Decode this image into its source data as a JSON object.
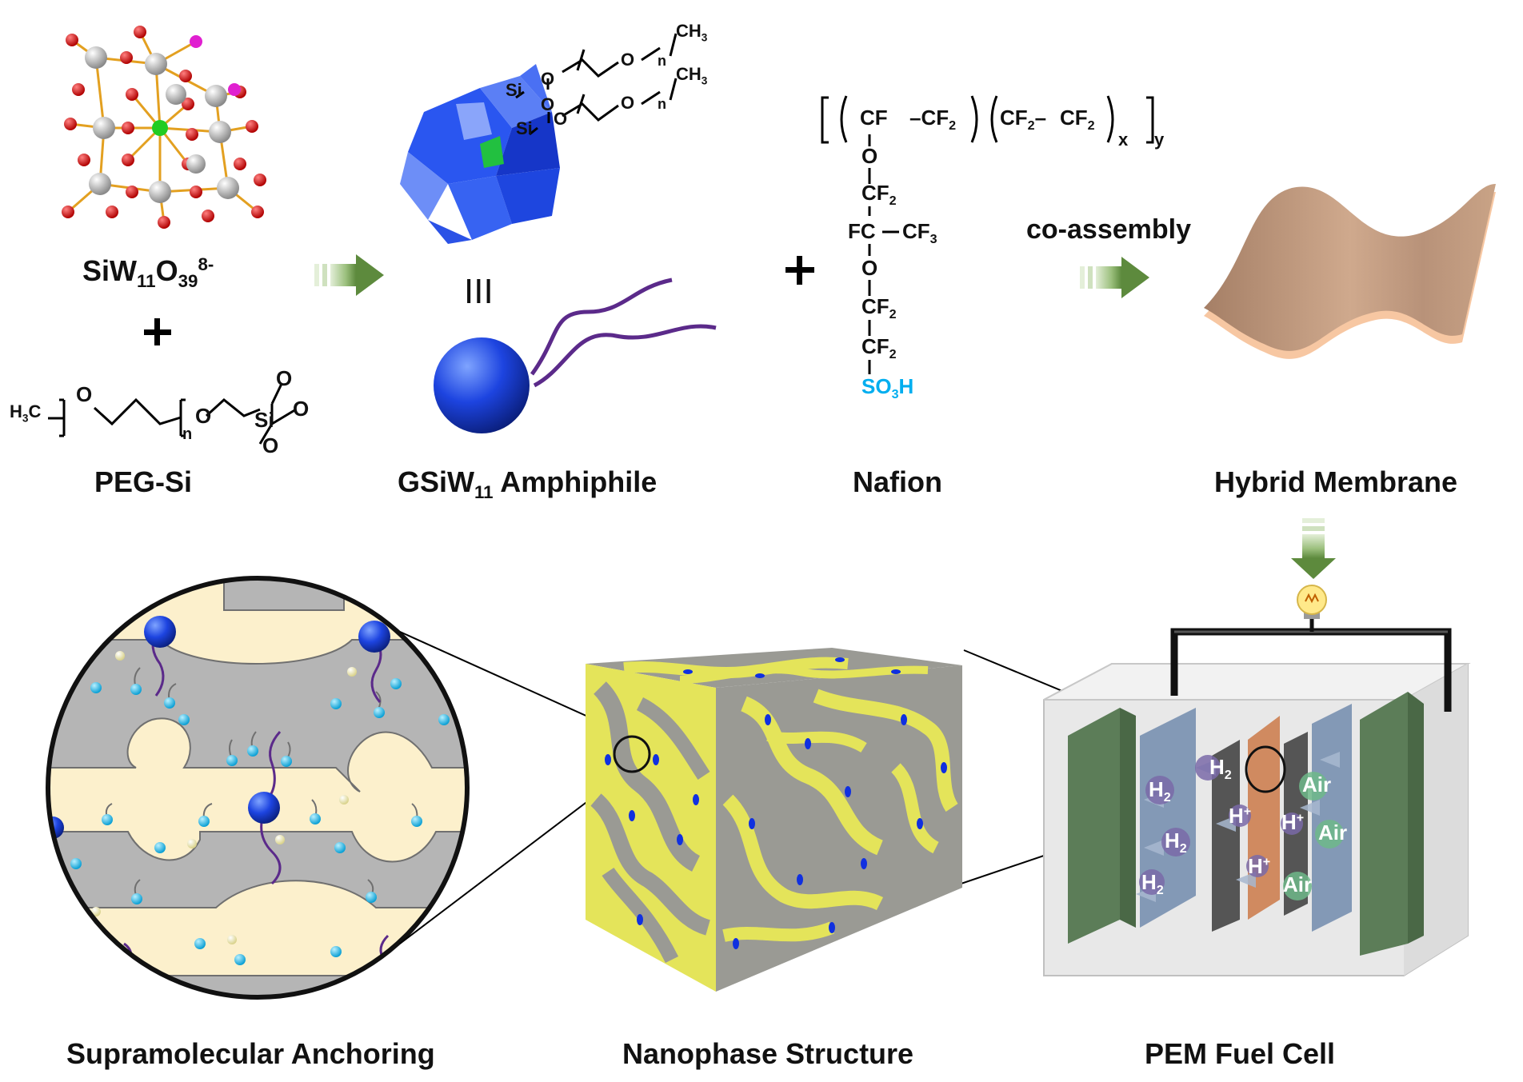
{
  "labels": {
    "siw11": {
      "base": "SiW",
      "sub1": "11",
      "mid": "O",
      "sub2": "39",
      "sup": "8-"
    },
    "plus": "+",
    "peg_si": "PEG-Si",
    "gsiw11": {
      "base": "GSiW",
      "sub": "11",
      "rest": " Amphiphile"
    },
    "equiv": "III",
    "nafion": "Nafion",
    "coassembly": "co-assembly",
    "hybrid_membrane": "Hybrid Membrane",
    "supramolecular": "Supramolecular Anchoring",
    "nanophase": "Nanophase Structure",
    "pem": "PEM Fuel Cell"
  },
  "peg_formula": {
    "h3c": "H",
    "h3c_sub": "3",
    "h3c_c": "C",
    "o1": "O",
    "n": "n",
    "o2": "O",
    "si": "Si",
    "om1": "O",
    "om2": "O",
    "om3": "O"
  },
  "gsiw_formula": {
    "si1": "Si",
    "si2": "Si",
    "o1": "O",
    "o2": "O",
    "o3": "O",
    "o4": "O",
    "o5": "O",
    "n1": "n",
    "n2": "n",
    "ch3a": "CH",
    "ch3a_sub": "3",
    "ch3b": "CH",
    "ch3b_sub": "3"
  },
  "nafion_formula": {
    "cf": "CF",
    "cf2a": "CF",
    "cf2a_sub": "2",
    "cf2b": "CF",
    "cf2b_sub": "2",
    "cf2c": "CF",
    "cf2c_sub": "2",
    "x": "x",
    "y": "y",
    "o1": "O",
    "cf2d": "CF",
    "cf2d_sub": "2",
    "fc": "FC",
    "cf3": "CF",
    "cf3_sub": "3",
    "o2": "O",
    "cf2e": "CF",
    "cf2e_sub": "2",
    "cf2f": "CF",
    "cf2f_sub": "2",
    "so3h": "SO",
    "so3h_sub": "3",
    "so3h_h": "H"
  },
  "fuel_cell": {
    "h2_label": "H",
    "h2_sub": "2",
    "hplus": "H",
    "hplus_sup": "+",
    "air": "Air"
  },
  "colors": {
    "arrow_green": "#6a9a4a",
    "sulfonate_cyan": "#00aeef",
    "polyoxometalate_blue": "#1f4fe0",
    "membrane_tan": "#c09a7f",
    "yellow_phase": "#e4e45a",
    "gray_phase": "#9a9a94",
    "cream_phase": "#fcf0cc",
    "cell_green": "#5c7d58",
    "cell_blue": "#7890b0",
    "cell_orange": "#d08a60"
  }
}
